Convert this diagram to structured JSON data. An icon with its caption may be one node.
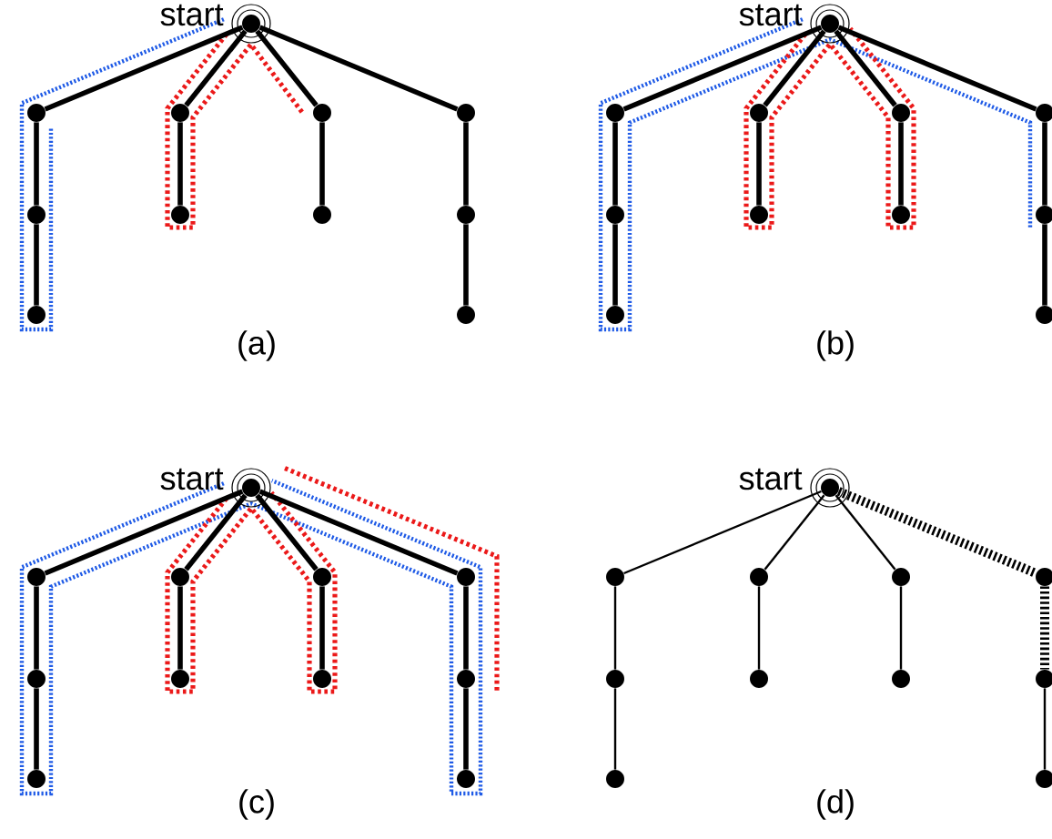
{
  "diagram": {
    "nodes": [
      {
        "text": [],
        "shape": "circle",
        "beside": [
          "start"
        ]
      },
      {
        "text": [],
        "shape": "circle"
      },
      {
        "text": [],
        "shape": "circle"
      },
      {
        "text": [],
        "shape": "circle"
      },
      {
        "text": [],
        "shape": "circle"
      },
      {
        "text": [],
        "shape": "circle"
      },
      {
        "text": [],
        "shape": "circle"
      },
      {
        "text": [],
        "shape": "circle"
      },
      {
        "text": [],
        "shape": "circle"
      },
      {
        "text": [],
        "shape": "circle"
      },
      {
        "text": [],
        "shape": "circle"
      },
      {
        "text": [],
        "shape": "circle",
        "beside": [
          "start"
        ]
      },
      {
        "text": [],
        "shape": "circle"
      },
      {
        "text": [],
        "shape": "circle"
      },
      {
        "text": [],
        "shape": "circle"
      },
      {
        "text": [],
        "shape": "circle"
      },
      {
        "text": [],
        "shape": "circle"
      },
      {
        "text": [],
        "shape": "circle"
      },
      {
        "text": [],
        "shape": "circle"
      },
      {
        "text": [],
        "shape": "circle"
      },
      {
        "text": [],
        "shape": "circle"
      },
      {
        "text": [],
        "shape": "circle"
      },
      {
        "text": [],
        "shape": "circle",
        "beside": [
          "start"
        ]
      },
      {
        "text": [],
        "shape": "circle"
      },
      {
        "text": [],
        "shape": "circle"
      },
      {
        "text": [],
        "shape": "circle"
      },
      {
        "text": [],
        "shape": "circle"
      },
      {
        "text": [],
        "shape": "circle"
      },
      {
        "text": [],
        "shape": "circle"
      },
      {
        "text": [],
        "shape": "circle"
      },
      {
        "text": [],
        "shape": "circle"
      },
      {
        "text": [],
        "shape": "circle"
      },
      {
        "text": [],
        "shape": "circle"
      },
      {
        "text": [],
        "shape": "circle",
        "beside": [
          "start"
        ]
      },
      {
        "text": [],
        "shape": "circle"
      },
      {
        "text": [],
        "shape": "circle"
      },
      {
        "text": [],
        "shape": "circle"
      },
      {
        "text": [],
        "shape": "circle"
      },
      {
        "text": [],
        "shape": "circle"
      },
      {
        "text": [],
        "shape": "circle"
      },
      {
        "text": [],
        "shape": "circle"
      },
      {
        "text": [],
        "shape": "circle"
      },
      {
        "text": [],
        "shape": "circle"
      },
      {
        "text": [],
        "shape": "circle"
      }
    ],
    "edges": [
      {
        "from": 0,
        "to": 1,
        "arrow": "none"
      },
      {
        "from": 1,
        "to": 2,
        "arrow": "none"
      },
      {
        "from": 2,
        "to": 3,
        "arrow": "none"
      },
      {
        "from": 0,
        "to": 4,
        "arrow": "none"
      },
      {
        "from": 4,
        "to": 5,
        "arrow": "none"
      },
      {
        "from": 0,
        "to": 6,
        "arrow": "none"
      },
      {
        "from": 6,
        "to": 7,
        "arrow": "none"
      },
      {
        "from": 0,
        "to": 8,
        "arrow": "none"
      },
      {
        "from": 8,
        "to": 9,
        "arrow": "none"
      },
      {
        "from": 9,
        "to": 10,
        "arrow": "none"
      },
      {
        "from": 11,
        "to": 12,
        "arrow": "none"
      },
      {
        "from": 12,
        "to": 13,
        "arrow": "none"
      },
      {
        "from": 13,
        "to": 14,
        "arrow": "none"
      },
      {
        "from": 11,
        "to": 15,
        "arrow": "none"
      },
      {
        "from": 15,
        "to": 16,
        "arrow": "none"
      },
      {
        "from": 11,
        "to": 17,
        "arrow": "none"
      },
      {
        "from": 17,
        "to": 18,
        "arrow": "none"
      },
      {
        "from": 11,
        "to": 19,
        "arrow": "none"
      },
      {
        "from": 19,
        "to": 20,
        "arrow": "none"
      },
      {
        "from": 20,
        "to": 21,
        "arrow": "none"
      },
      {
        "from": 22,
        "to": 23,
        "arrow": "none"
      },
      {
        "from": 23,
        "to": 24,
        "arrow": "none"
      },
      {
        "from": 24,
        "to": 25,
        "arrow": "none"
      },
      {
        "from": 22,
        "to": 26,
        "arrow": "none"
      },
      {
        "from": 26,
        "to": 27,
        "arrow": "none"
      },
      {
        "from": 22,
        "to": 28,
        "arrow": "none"
      },
      {
        "from": 28,
        "to": 29,
        "arrow": "none"
      },
      {
        "from": 22,
        "to": 30,
        "arrow": "none"
      },
      {
        "from": 30,
        "to": 31,
        "arrow": "none"
      },
      {
        "from": 31,
        "to": 32,
        "arrow": "none"
      },
      {
        "from": 33,
        "to": 34,
        "arrow": "none"
      },
      {
        "from": 34,
        "to": 35,
        "arrow": "none"
      },
      {
        "from": 35,
        "to": 36,
        "arrow": "none"
      },
      {
        "from": 33,
        "to": 37,
        "arrow": "none"
      },
      {
        "from": 37,
        "to": 38,
        "arrow": "none"
      },
      {
        "from": 33,
        "to": 39,
        "arrow": "none"
      },
      {
        "from": 39,
        "to": 40,
        "arrow": "none"
      },
      {
        "from": 33,
        "to": 41,
        "arrow": "none",
        "style": "dashed"
      },
      {
        "from": 41,
        "to": 42,
        "arrow": "none",
        "style": "dashed"
      },
      {
        "from": 42,
        "to": 43,
        "arrow": "none"
      }
    ],
    "labels": [
      "(a)",
      "(b)",
      "(c)",
      "(d)"
    ]
  }
}
